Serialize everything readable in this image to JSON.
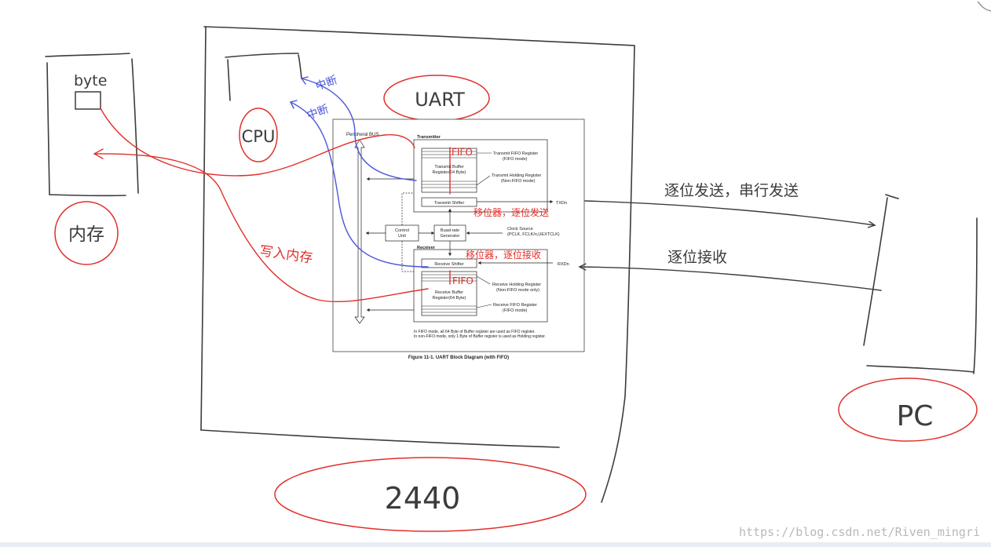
{
  "sketch": {
    "memory_byte": "byte",
    "memory_label": "内存",
    "cpu_label": "CPU",
    "uart_label": "UART",
    "board_label": "2440",
    "pc_label": "PC",
    "interrupt_top": "中断",
    "interrupt_bottom": "中断",
    "write_memory": "写入内存",
    "fifo_tx": "FIFO",
    "fifo_rx": "FIFO",
    "shift_tx_note": "移位器，逐位发送",
    "shift_rx_note": "移位器，逐位接收",
    "send_note": "逐位发送，串行发送",
    "recv_note": "逐位接收"
  },
  "figure": {
    "peripheral_bus": "Peripheral BUS",
    "transmitter": "Transmitter",
    "tx_fifo_register": "Transmit FIFO Register",
    "tx_fifo_mode": "(FIFO mode)",
    "tx_buffer_line1": "Transmit Buffer",
    "tx_buffer_line2": "Register(64 Byte)",
    "tx_holding_register": "Transmit Holding Register",
    "tx_holding_mode": "(Non-FIFO mode)",
    "tx_shifter": "Transmit Shifter",
    "txdn": "TXDn",
    "control_unit_line1": "Control",
    "control_unit_line2": "Unit",
    "baud_line1": "Buad-rate",
    "baud_line2": "Generator",
    "clock_source": "Clock Source",
    "clock_source_detail": "(PCLK, FCLK/n,UEXTCLK)",
    "receiver": "Receiver",
    "rx_shifter": "Receive Shifter",
    "rxdn": "RXDn",
    "rx_holding_register": "Receive Holding Register",
    "rx_holding_mode": "(Non-FIFO mode only)",
    "rx_buffer_line1": "Receive Buffer",
    "rx_buffer_line2": "Register(64 Byte)",
    "rx_fifo_register": "Receive FIFO Register",
    "rx_fifo_mode": "(FIFO mode)",
    "note_line1": "In FIFO mode, all 64 Byte of Buffer register are used as FIFO register.",
    "note_line2": "In non-FIFO mode, only 1 Byte of Buffer register is used as Holding register.",
    "caption": "Figure 11-1. UART Block Diagram (with FIFO)"
  },
  "watermark": "https://blog.csdn.net/Riven_mingri",
  "colors": {
    "ink": "#3c3c3c",
    "red": "#e0302a",
    "blue": "#4a55d8",
    "figure": "#222222"
  }
}
